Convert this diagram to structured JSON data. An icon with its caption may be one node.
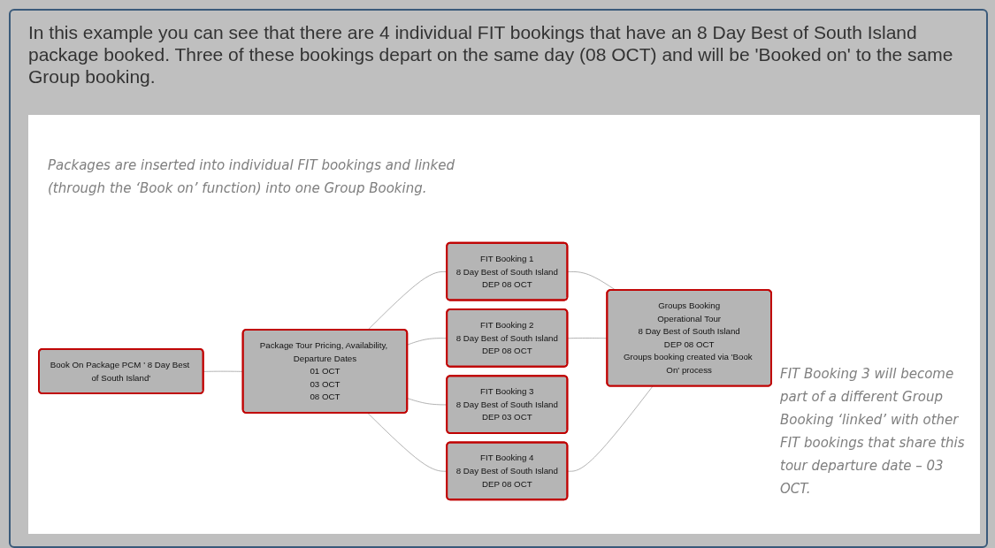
{
  "diagram": {
    "nodes": [
      {
        "text": [
          "Book On Package PCM ' 8 Day Best of South Island'"
        ]
      },
      {
        "text": [
          "Package Tour Pricing, Availability, Departure Dates",
          "01 OCT",
          "03 OCT",
          "08 OCT"
        ]
      },
      {
        "text": [
          "FIT Booking 1",
          "8 Day Best of South Island",
          "DEP 08 OCT"
        ]
      },
      {
        "text": [
          "FIT Booking 2",
          "8 Day Best of South Island",
          "DEP 08 OCT"
        ]
      },
      {
        "text": [
          "FIT Booking 3",
          "8 Day Best of South Island",
          "DEP 03 OCT"
        ]
      },
      {
        "text": [
          "FIT Booking 4",
          "8 Day Best of South Island",
          "DEP 08 OCT"
        ]
      },
      {
        "text": [
          "Groups Booking",
          "Operational Tour",
          "8 Day Best of South Island",
          "DEP 08 OCT",
          "Groups booking created via 'Book On' process"
        ]
      }
    ],
    "edges": [
      {
        "from": 0,
        "to": 1,
        "arrow": "none"
      },
      {
        "from": 1,
        "to": 2,
        "arrow": "none"
      },
      {
        "from": 1,
        "to": 3,
        "arrow": "none"
      },
      {
        "from": 1,
        "to": 4,
        "arrow": "none"
      },
      {
        "from": 1,
        "to": 5,
        "arrow": "none"
      },
      {
        "from": 2,
        "to": 6,
        "arrow": "none"
      },
      {
        "from": 3,
        "to": 6,
        "arrow": "none"
      },
      {
        "from": 5,
        "to": 6,
        "arrow": "none"
      }
    ],
    "labels": [
      "In this example you can see that there are 4 individual FIT bookings that have an 8 Day Best of South Island package booked. Three of these bookings depart on the same day (08 OCT) and will be 'Booked on' to the same Group booking.",
      "Packages are inserted into individual FIT bookings and linked (through the ‘Book on’ function) into one Group Booking.",
      "FIT Booking 3 will become part of a different Group Booking ‘linked’ with other FIT bookings that share this tour departure date – 03 OCT."
    ]
  }
}
